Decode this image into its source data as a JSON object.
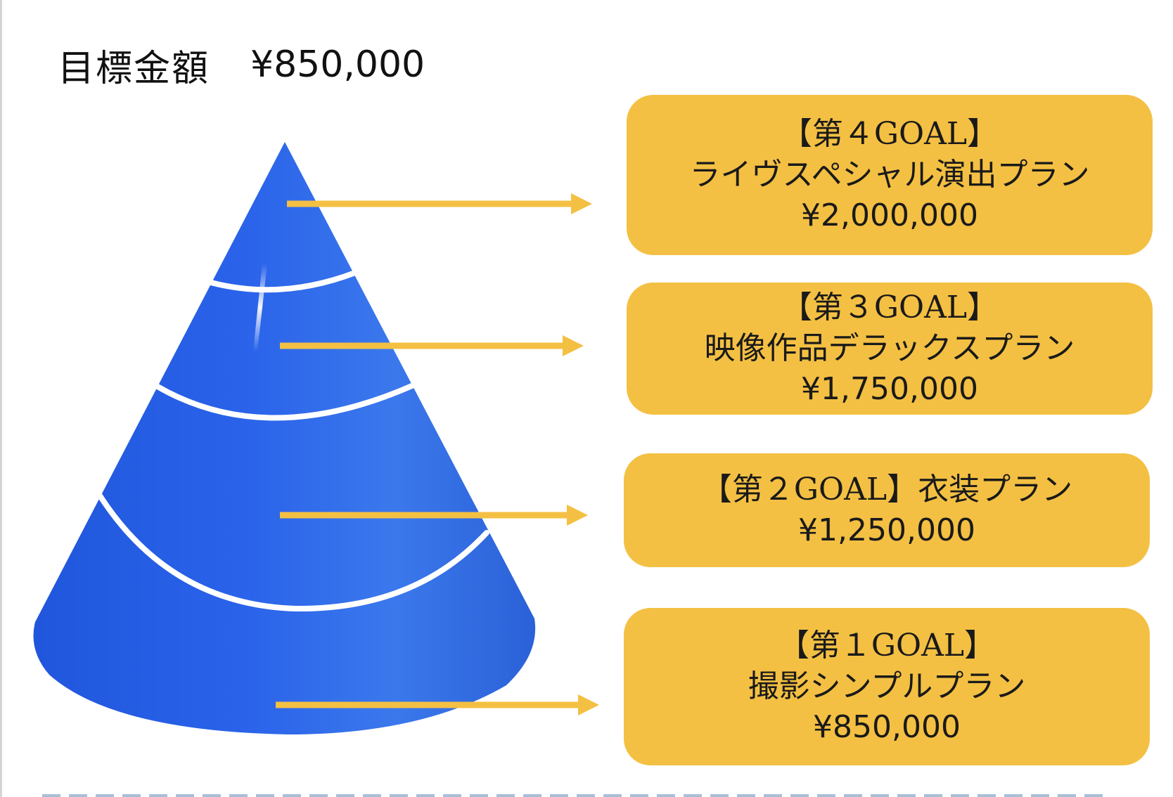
{
  "header": {
    "label": "目標金額",
    "amount": "¥850,000"
  },
  "colors": {
    "cone_blue": "#2f63e0",
    "goal_fill": "#f4c043",
    "arrow": "#f4c043",
    "band_line": "#ffffff"
  },
  "goals": [
    {
      "level": 4,
      "title": "【第４GOAL】",
      "plan": "ライヴスペシャル演出プラン",
      "price": "¥2,000,000"
    },
    {
      "level": 3,
      "title": "【第３GOAL】",
      "plan": "映像作品デラックスプラン",
      "price": "¥1,750,000"
    },
    {
      "level": 2,
      "title": "【第２GOAL】衣装プラン",
      "plan": "",
      "price": "¥1,250,000"
    },
    {
      "level": 1,
      "title": "【第１GOAL】",
      "plan": "撮影シンプルプラン",
      "price": "¥850,000"
    }
  ]
}
